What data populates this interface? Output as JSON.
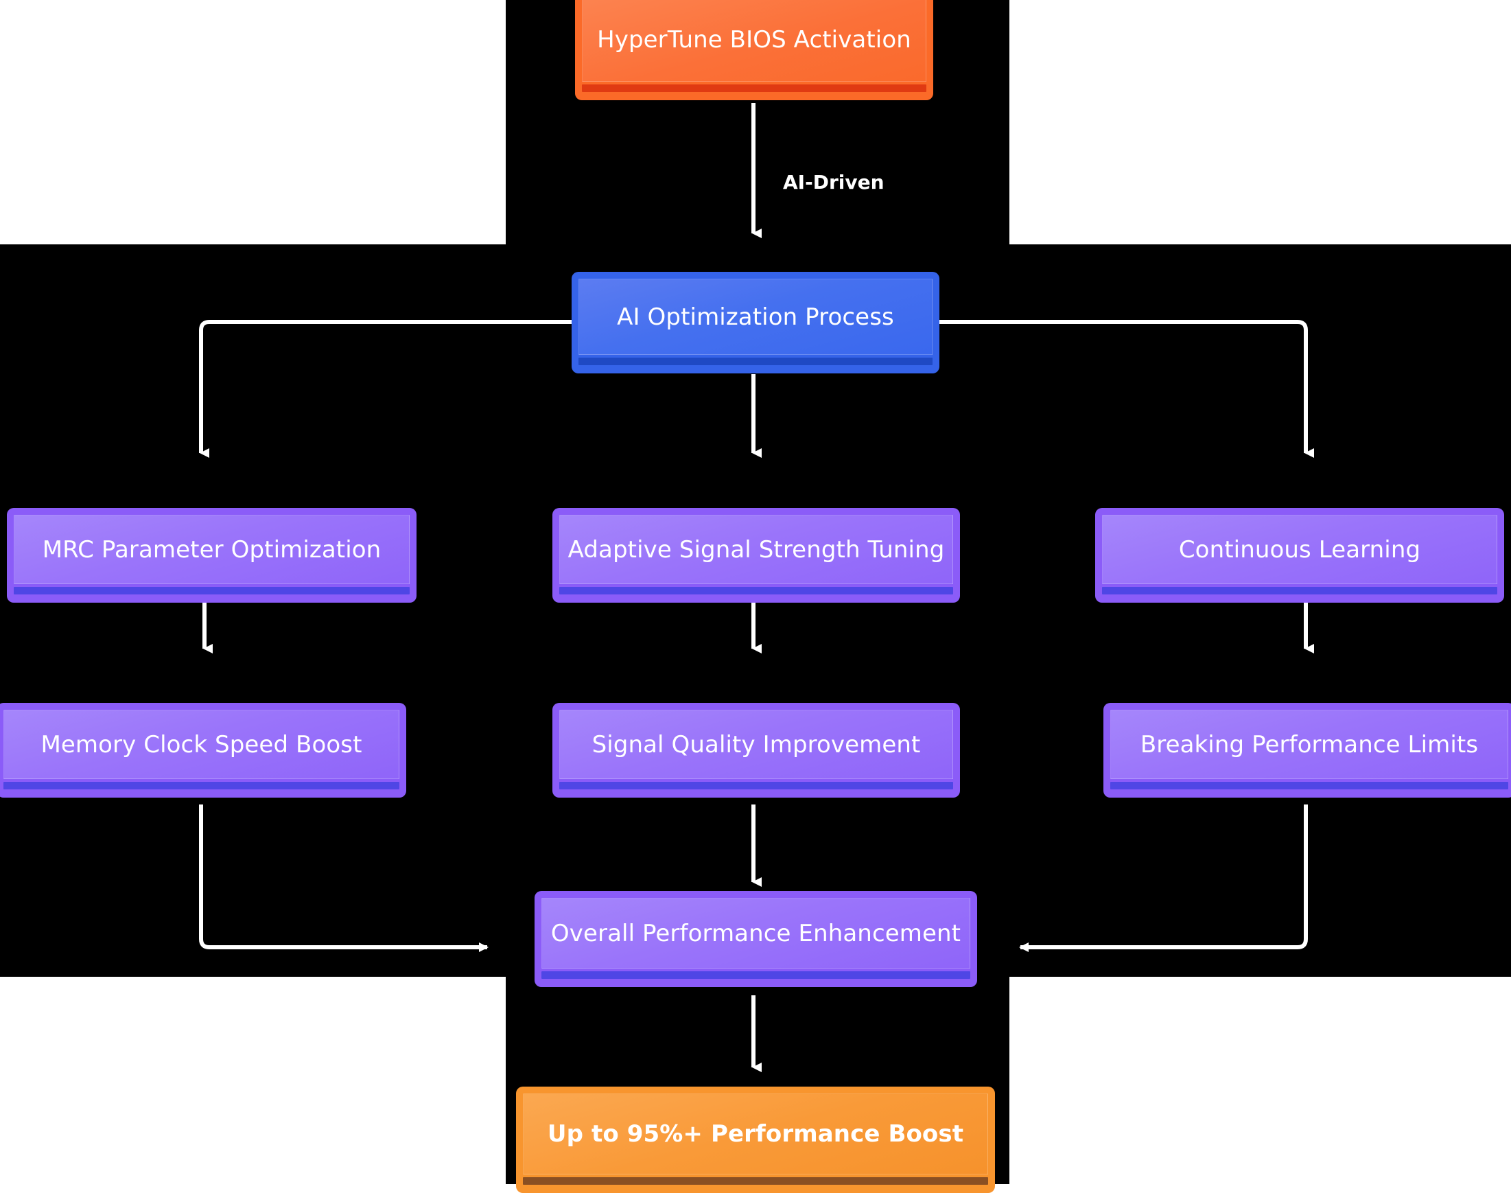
{
  "diagram": {
    "title_node": "HyperTune BIOS Activation",
    "background": "#000000",
    "page_background": "#ffffff",
    "arrow_color": "#ffffff",
    "colors": {
      "orange": "#fb6a28",
      "orange_bar": "#e03a12",
      "blue": "#3563e9",
      "blue_bar": "#1f49c4",
      "purple": "#8b5cf8",
      "purple_bar": "#4f46e5",
      "amber": "#f8952e",
      "amber_bar": "#8a4f22"
    },
    "nodes": [
      {
        "id": "hypertune",
        "label": "HyperTune BIOS Activation",
        "color": "orange"
      },
      {
        "id": "aiopt",
        "label": "AI Optimization Process",
        "color": "blue"
      },
      {
        "id": "mrc",
        "label": "MRC Parameter Optimization",
        "color": "purple"
      },
      {
        "id": "adaptive",
        "label": "Adaptive Signal Strength Tuning",
        "color": "purple"
      },
      {
        "id": "continuous",
        "label": "Continuous Learning",
        "color": "purple"
      },
      {
        "id": "memclock",
        "label": "Memory Clock Speed Boost",
        "color": "purple"
      },
      {
        "id": "sigquality",
        "label": "Signal Quality Improvement",
        "color": "purple"
      },
      {
        "id": "breaking",
        "label": "Breaking Performance Limits",
        "color": "purple"
      },
      {
        "id": "overall",
        "label": "Overall Performance Enhancement",
        "color": "purple"
      },
      {
        "id": "boost",
        "label": "Up to 95%+ Performance Boost",
        "color": "amber"
      }
    ],
    "edges": [
      {
        "from": "hypertune",
        "to": "aiopt",
        "label": "AI-Driven"
      },
      {
        "from": "aiopt",
        "to": "mrc",
        "label": ""
      },
      {
        "from": "aiopt",
        "to": "adaptive",
        "label": ""
      },
      {
        "from": "aiopt",
        "to": "continuous",
        "label": ""
      },
      {
        "from": "mrc",
        "to": "memclock",
        "label": ""
      },
      {
        "from": "adaptive",
        "to": "sigquality",
        "label": ""
      },
      {
        "from": "continuous",
        "to": "breaking",
        "label": ""
      },
      {
        "from": "memclock",
        "to": "overall",
        "label": ""
      },
      {
        "from": "sigquality",
        "to": "overall",
        "label": ""
      },
      {
        "from": "breaking",
        "to": "overall",
        "label": ""
      },
      {
        "from": "overall",
        "to": "boost",
        "label": ""
      }
    ]
  }
}
